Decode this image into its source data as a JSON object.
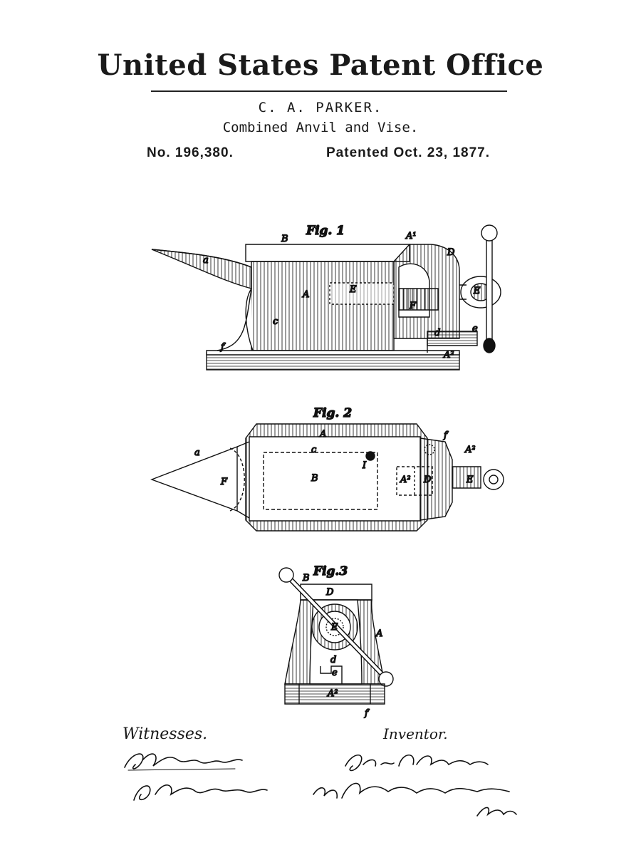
{
  "header": {
    "title": "United States Patent Office",
    "inventor": "C. A. PARKER.",
    "invention": "Combined Anvil and Vise.",
    "patent_number": "No. 196,380.",
    "patent_date": "Patented Oct. 23, 1877."
  },
  "figures": {
    "fig1": {
      "label": "Fig. 1",
      "parts": [
        "a",
        "B",
        "A",
        "A1",
        "D",
        "E",
        "F",
        "c",
        "d",
        "e",
        "f",
        "A2"
      ]
    },
    "fig2": {
      "label": "Fig. 2",
      "parts": [
        "a",
        "A",
        "c",
        "B",
        "I",
        "f",
        "A2",
        "A2",
        "D",
        "E"
      ]
    },
    "fig3": {
      "label": "Fig.3",
      "parts": [
        "B",
        "D",
        "E",
        "A",
        "d",
        "e",
        "A2",
        "f"
      ]
    }
  },
  "footer": {
    "witnesses_label": "Witnesses.",
    "inventor_label": "Inventor.",
    "witness_signatures": [
      "S. R. Barton",
      "S. Ira Barton"
    ],
    "inventor_signature": "Chas. A. Parker.",
    "attorney_signature": "By Chapin & Burleigh",
    "attorney_suffix": "Atty."
  },
  "colors": {
    "ink": "#1a1a1a",
    "paper": "#ffffff"
  }
}
